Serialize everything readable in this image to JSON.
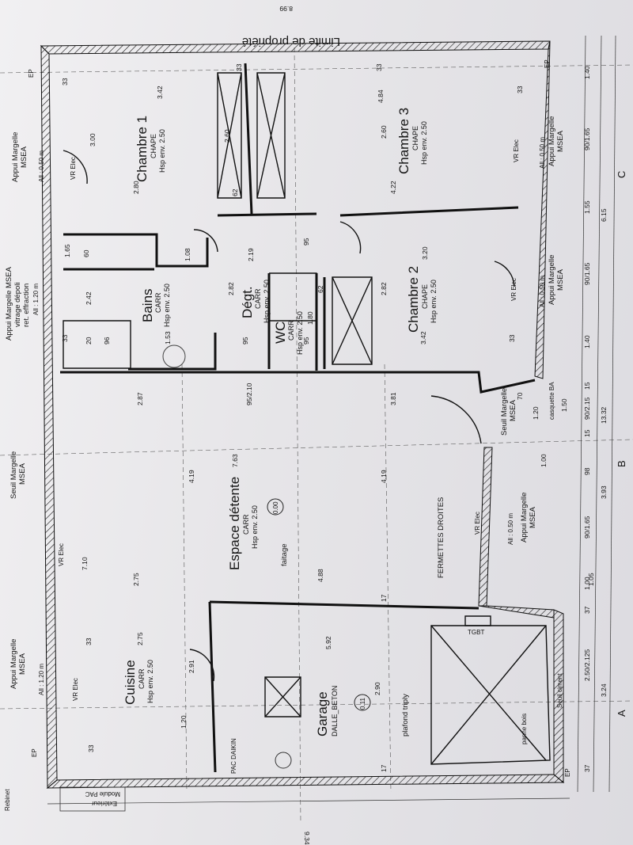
{
  "header": {
    "top_right_dim": "8.99",
    "property_limit": "Limite de propriété",
    "bottom_left_dim": "9.34"
  },
  "rooms": {
    "chambre1": {
      "name": "Chambre 1",
      "floor": "CHAPE",
      "height": "Hsp env. 2.50"
    },
    "chambre3": {
      "name": "Chambre 3",
      "floor": "CHAPE",
      "height": "Hsp env. 2.50"
    },
    "chambre2": {
      "name": "Chambre 2",
      "floor": "CHAPE",
      "height": "Hsp env. 2.50"
    },
    "bains": {
      "name": "Bains",
      "floor": "CARR",
      "height": "Hsp env. 2.50"
    },
    "degt": {
      "name": "Dégt.",
      "floor": "CARR",
      "height": "Hsp env. 2.50"
    },
    "wc": {
      "name": "WC",
      "floor": "CARR",
      "height": "Hsp env. 2.50"
    },
    "espace": {
      "name": "Espace détente",
      "floor": "CARR",
      "height": "Hsp env. 2.50",
      "level": "0.00"
    },
    "cuisine": {
      "name": "Cuisine",
      "floor": "CARR",
      "height": "Hsp env. 2.50"
    },
    "garage": {
      "name": "Garage",
      "floor": "DALLE_BETON",
      "level": "0.11",
      "ceiling": "plafond triply"
    }
  },
  "annotations": {
    "appui_msea_top1": [
      "Appui Margelle",
      "MSEA"
    ],
    "appui_msea_vitrage": [
      "Appui Margelle MSEA",
      "vitrage dépoli",
      "ret. effraction"
    ],
    "seuil_msea_top": [
      "Seuil Margelle",
      "MSEA"
    ],
    "appui_msea_top2": [
      "Appui Margelle",
      "MSEA"
    ],
    "appui_msea_bottom1": [
      "Appui Margelle",
      "MSEA"
    ],
    "appui_msea_bottom2": [
      "Appui Margelle",
      "MSEA"
    ],
    "seuil_msea_bottom": [
      "Seuil Margelle",
      "MSEA"
    ],
    "appui_msea_bottom3": [
      "Appui Margelle",
      "MSEA"
    ],
    "vr_elec": "VR Elec",
    "all_120": "All : 1.20 m",
    "all_050": "All : 0.50 m",
    "ep": "EP",
    "faitage": "faitage",
    "fermettes": "FERMETTES DROITES",
    "casquette": "casquette BA",
    "tgbt": "TGBT",
    "seuil_ciment": "Seuil ciment",
    "panne_bois": "panne bois",
    "pac_daikin": "PAC DAIKIN",
    "rebinet": "Rebinet",
    "exterieur": "Extérieur",
    "module_pac": "Module PAC"
  },
  "dimensions": {
    "right_row1": [
      "1.40",
      "90/1.65",
      "1.55",
      "90/1.65",
      "1.40",
      "15",
      "90/2.15",
      "15",
      "98",
      "90/1.65",
      "1.00",
      "37",
      "2.50/2.125",
      "37"
    ],
    "right_row2": [
      "6.15",
      "13.32",
      "3.93",
      "3.24"
    ],
    "right_letters": [
      "C",
      "B",
      "A"
    ],
    "interior": [
      "3.42",
      "3.00",
      "2.80",
      "2.60",
      "62",
      "2.60",
      "4.84",
      "4.22",
      "1.08",
      "2.19",
      "95",
      "1.65",
      "60",
      "2.42",
      "2.82",
      "2.82",
      "3.20",
      "3.42",
      "1.53",
      "1.80",
      "95",
      "95",
      "20",
      "96",
      "62",
      "2.87",
      "95/2.10",
      "3.81",
      "7.63",
      "4.19",
      "4.19",
      "7.10",
      "2.75",
      "4.88",
      "2.75",
      "2.91",
      "5.92",
      "1.20",
      "2.90",
      "1.05",
      "1.20",
      "1.50",
      "1.00",
      "70",
      "17",
      "17",
      "33",
      "33",
      "33",
      "33",
      "33",
      "33",
      "33",
      "33"
    ]
  }
}
